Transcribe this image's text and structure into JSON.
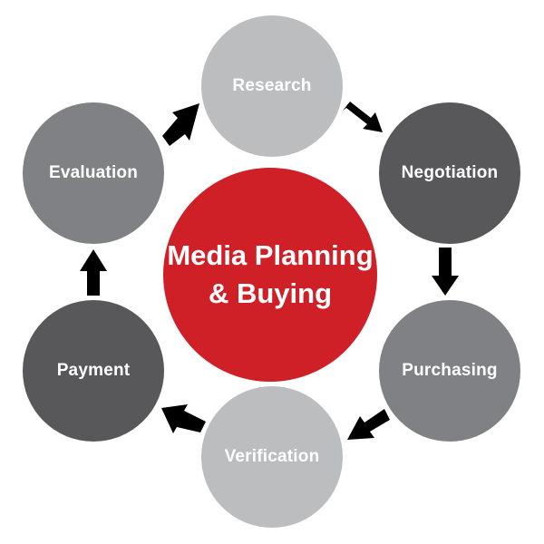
{
  "diagram": {
    "center": {
      "line1": "Media Planning",
      "line2": "& Buying",
      "color": "#d02027"
    },
    "nodes": [
      {
        "key": "research",
        "label": "Research",
        "color": "#bcbdbf"
      },
      {
        "key": "negotiation",
        "label": "Negotiation",
        "color": "#58585a"
      },
      {
        "key": "purchasing",
        "label": "Purchasing",
        "color": "#808184"
      },
      {
        "key": "verification",
        "label": "Verification",
        "color": "#bcbdbf"
      },
      {
        "key": "payment",
        "label": "Payment",
        "color": "#58585a"
      },
      {
        "key": "evaluation",
        "label": "Evaluation",
        "color": "#808184"
      }
    ],
    "arrow_color": "#000000"
  }
}
